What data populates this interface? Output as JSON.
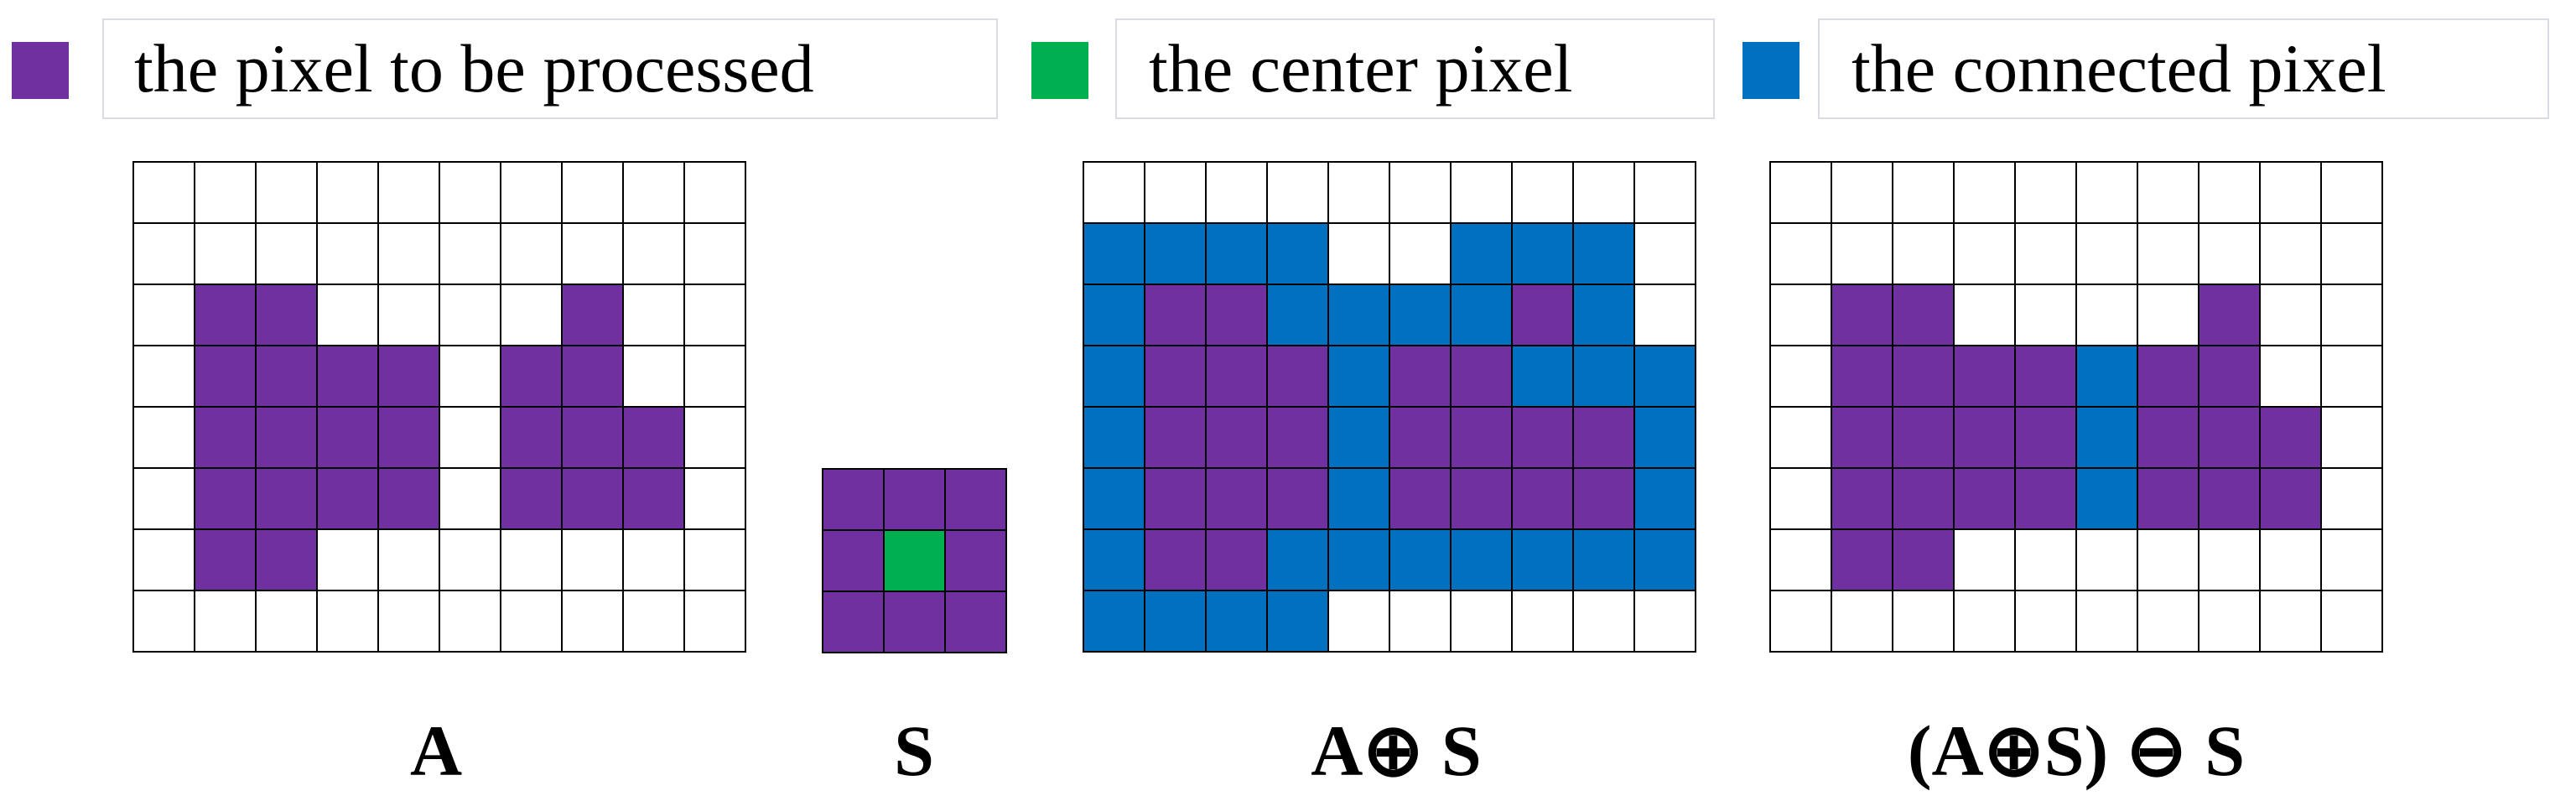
{
  "colors": {
    "processed": "#7030a0",
    "center": "#00b050",
    "connected": "#0070c0",
    "empty": "#ffffff",
    "gridline": "#000000"
  },
  "legend": [
    {
      "key": "processed",
      "label": "the pixel to be processed"
    },
    {
      "key": "center",
      "label": "the center pixel"
    },
    {
      "key": "connected",
      "label": "the connected  pixel"
    }
  ],
  "panels": [
    {
      "id": "a",
      "caption": "A",
      "rows": [
        "0000000000",
        "0000000000",
        "0110000100",
        "0111101100",
        "0111101110",
        "0111101110",
        "0110000000",
        "0000000000"
      ]
    },
    {
      "id": "s",
      "caption": "S",
      "rows": [
        "111",
        "121",
        "111"
      ]
    },
    {
      "id": "dilation",
      "caption": "A⊕ S",
      "rows": [
        "0000000000",
        "3333003330",
        "3113333130",
        "3111311333",
        "3111311113",
        "3111311113",
        "3113333333",
        "3333000000"
      ]
    },
    {
      "id": "closing",
      "caption": "(A⊕S) ⊖ S",
      "rows": [
        "0000000000",
        "0000000000",
        "0110000100",
        "0111131100",
        "0111131110",
        "0111131110",
        "0110000000",
        "0000000000"
      ]
    }
  ]
}
